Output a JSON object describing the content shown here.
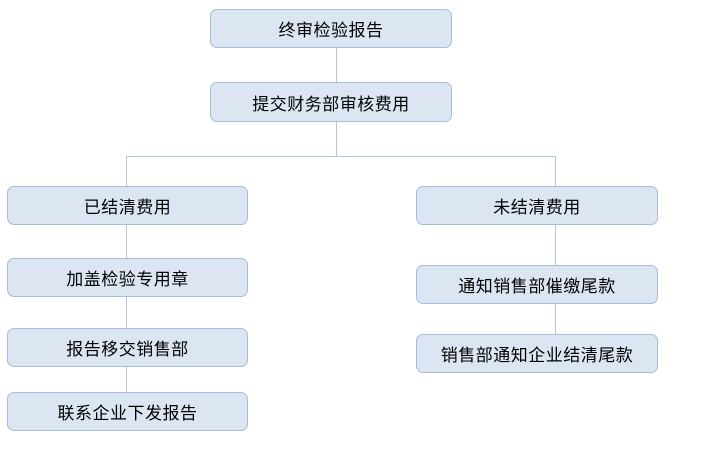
{
  "diagram": {
    "type": "flowchart",
    "colors": {
      "node_fill": "#dbe6f2",
      "node_border": "#a6bdd9",
      "connector": "#b3c6dd",
      "text": "#000000",
      "background": "#ffffff"
    },
    "nodes": [
      {
        "id": "final-inspection-report",
        "label": "终审检验报告"
      },
      {
        "id": "submit-finance-fee-review",
        "label": "提交财务部审核费用"
      },
      {
        "id": "fees-settled",
        "label": "已结清费用"
      },
      {
        "id": "stamp-inspection-seal",
        "label": "加盖检验专用章"
      },
      {
        "id": "report-handover-sales",
        "label": "报告移交销售部"
      },
      {
        "id": "contact-enterprise-issue-report",
        "label": "联系企业下发报告"
      },
      {
        "id": "fees-unsettled",
        "label": "未结清费用"
      },
      {
        "id": "notify-sales-collect-balance",
        "label": "通知销售部催缴尾款"
      },
      {
        "id": "sales-notify-enterprise-settle",
        "label": "销售部通知企业结清尾款"
      }
    ],
    "edges": [
      {
        "from": "final-inspection-report",
        "to": "submit-finance-fee-review"
      },
      {
        "from": "submit-finance-fee-review",
        "to": "fees-settled"
      },
      {
        "from": "submit-finance-fee-review",
        "to": "fees-unsettled"
      },
      {
        "from": "fees-settled",
        "to": "stamp-inspection-seal"
      },
      {
        "from": "stamp-inspection-seal",
        "to": "report-handover-sales"
      },
      {
        "from": "report-handover-sales",
        "to": "contact-enterprise-issue-report"
      },
      {
        "from": "fees-unsettled",
        "to": "notify-sales-collect-balance"
      },
      {
        "from": "notify-sales-collect-balance",
        "to": "sales-notify-enterprise-settle"
      }
    ]
  }
}
